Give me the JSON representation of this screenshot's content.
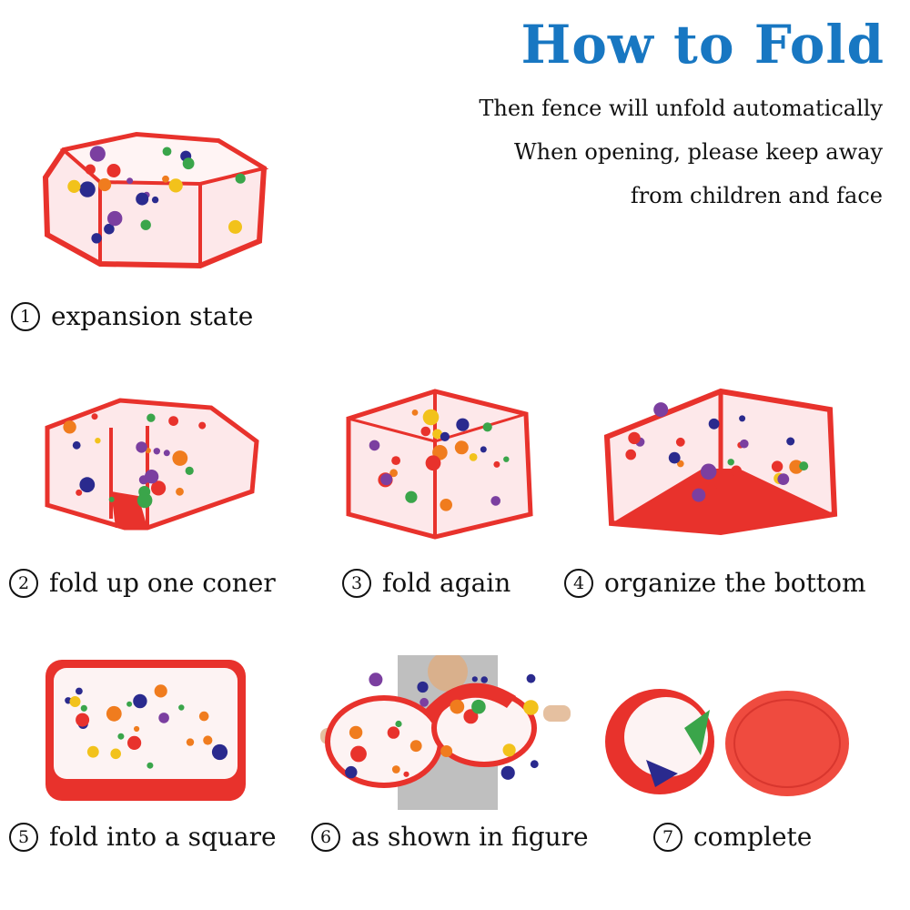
{
  "header": {
    "title": "How to Fold",
    "title_color": "#1877c2",
    "notes": [
      "Then fence will unfold automatically",
      "When opening, please keep away",
      "from children and face"
    ]
  },
  "steps": [
    {
      "number": "1",
      "label": "expansion state"
    },
    {
      "number": "2",
      "label": "fold up one coner"
    },
    {
      "number": "3",
      "label": "fold again"
    },
    {
      "number": "4",
      "label": "organize the bottom"
    },
    {
      "number": "5",
      "label": "fold into a square"
    },
    {
      "number": "6",
      "label": "as shown in figure"
    },
    {
      "number": "7",
      "label": "complete"
    }
  ],
  "colors": {
    "fabric_red": "#e8322c",
    "dot_colors": [
      "#e8322c",
      "#2a2a8e",
      "#3aa54a",
      "#f2c21b",
      "#f07c1e",
      "#7b3fa0"
    ]
  }
}
